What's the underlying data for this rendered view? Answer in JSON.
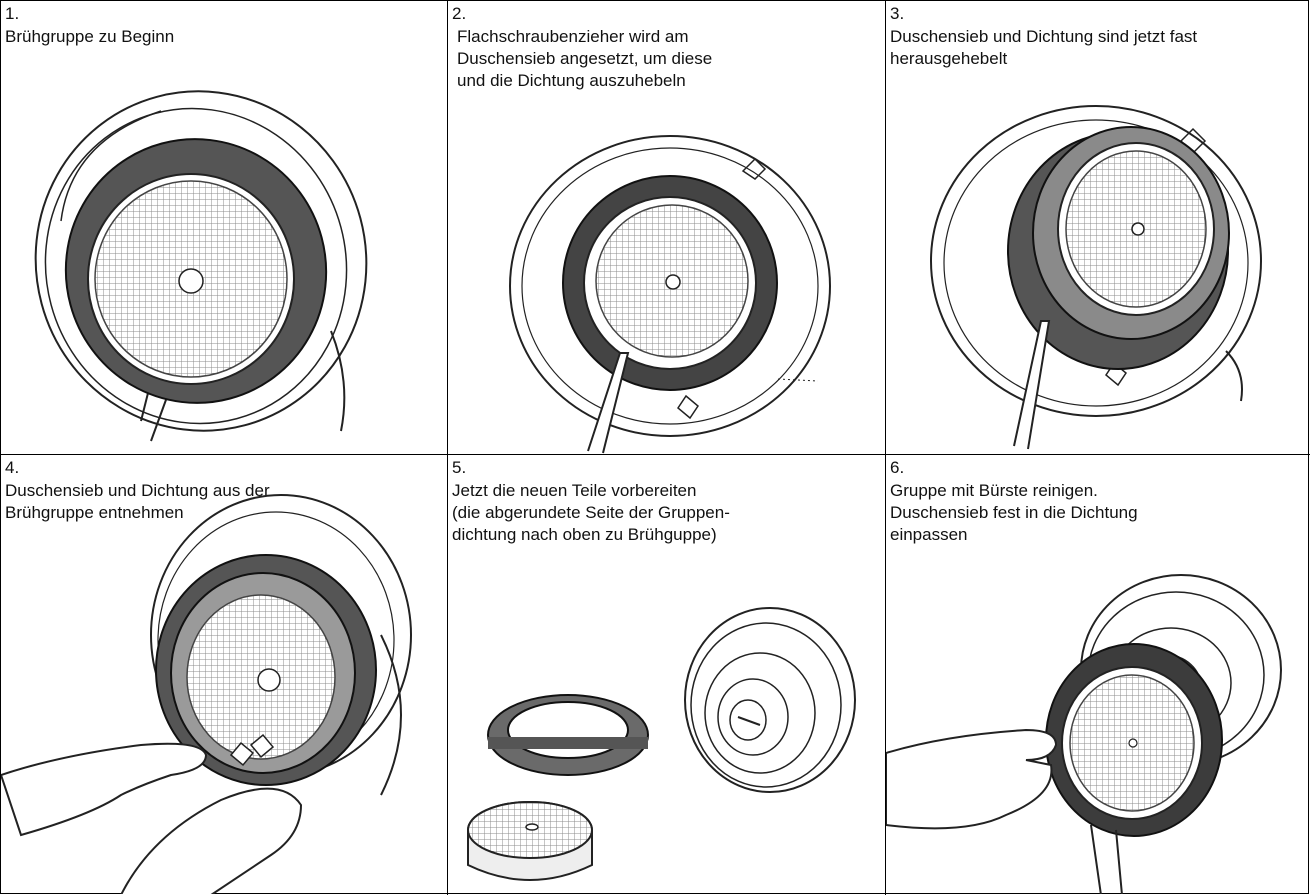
{
  "steps": [
    {
      "number": "1.",
      "caption": "Brühgruppe zu Beginn"
    },
    {
      "number": "2.",
      "caption": "Flachschraubenzieher wird am\nDuschensieb angesetzt, um diese\nund die Dichtung auszuhebeln"
    },
    {
      "number": "3.",
      "caption": "Duschensieb und Dichtung sind jetzt fast\nherausgehebelt"
    },
    {
      "number": "4.",
      "caption": "Duschensieb und Dichtung aus der\nBrühgruppe entnehmen"
    },
    {
      "number": "5.",
      "caption": "Jetzt die neuen Teile vorbereiten\n(die abgerundete Seite der Gruppen-\ndichtung nach oben zu Brühguppe)"
    },
    {
      "number": "6.",
      "caption": "Gruppe mit Bürste reinigen.\nDuschensieb fest in die Dichtung\neinpassen"
    }
  ],
  "colors": {
    "gasket": "#555555",
    "gasket_light": "#8a8a8a",
    "mesh": "#9a9a9a",
    "line": "#222222"
  }
}
